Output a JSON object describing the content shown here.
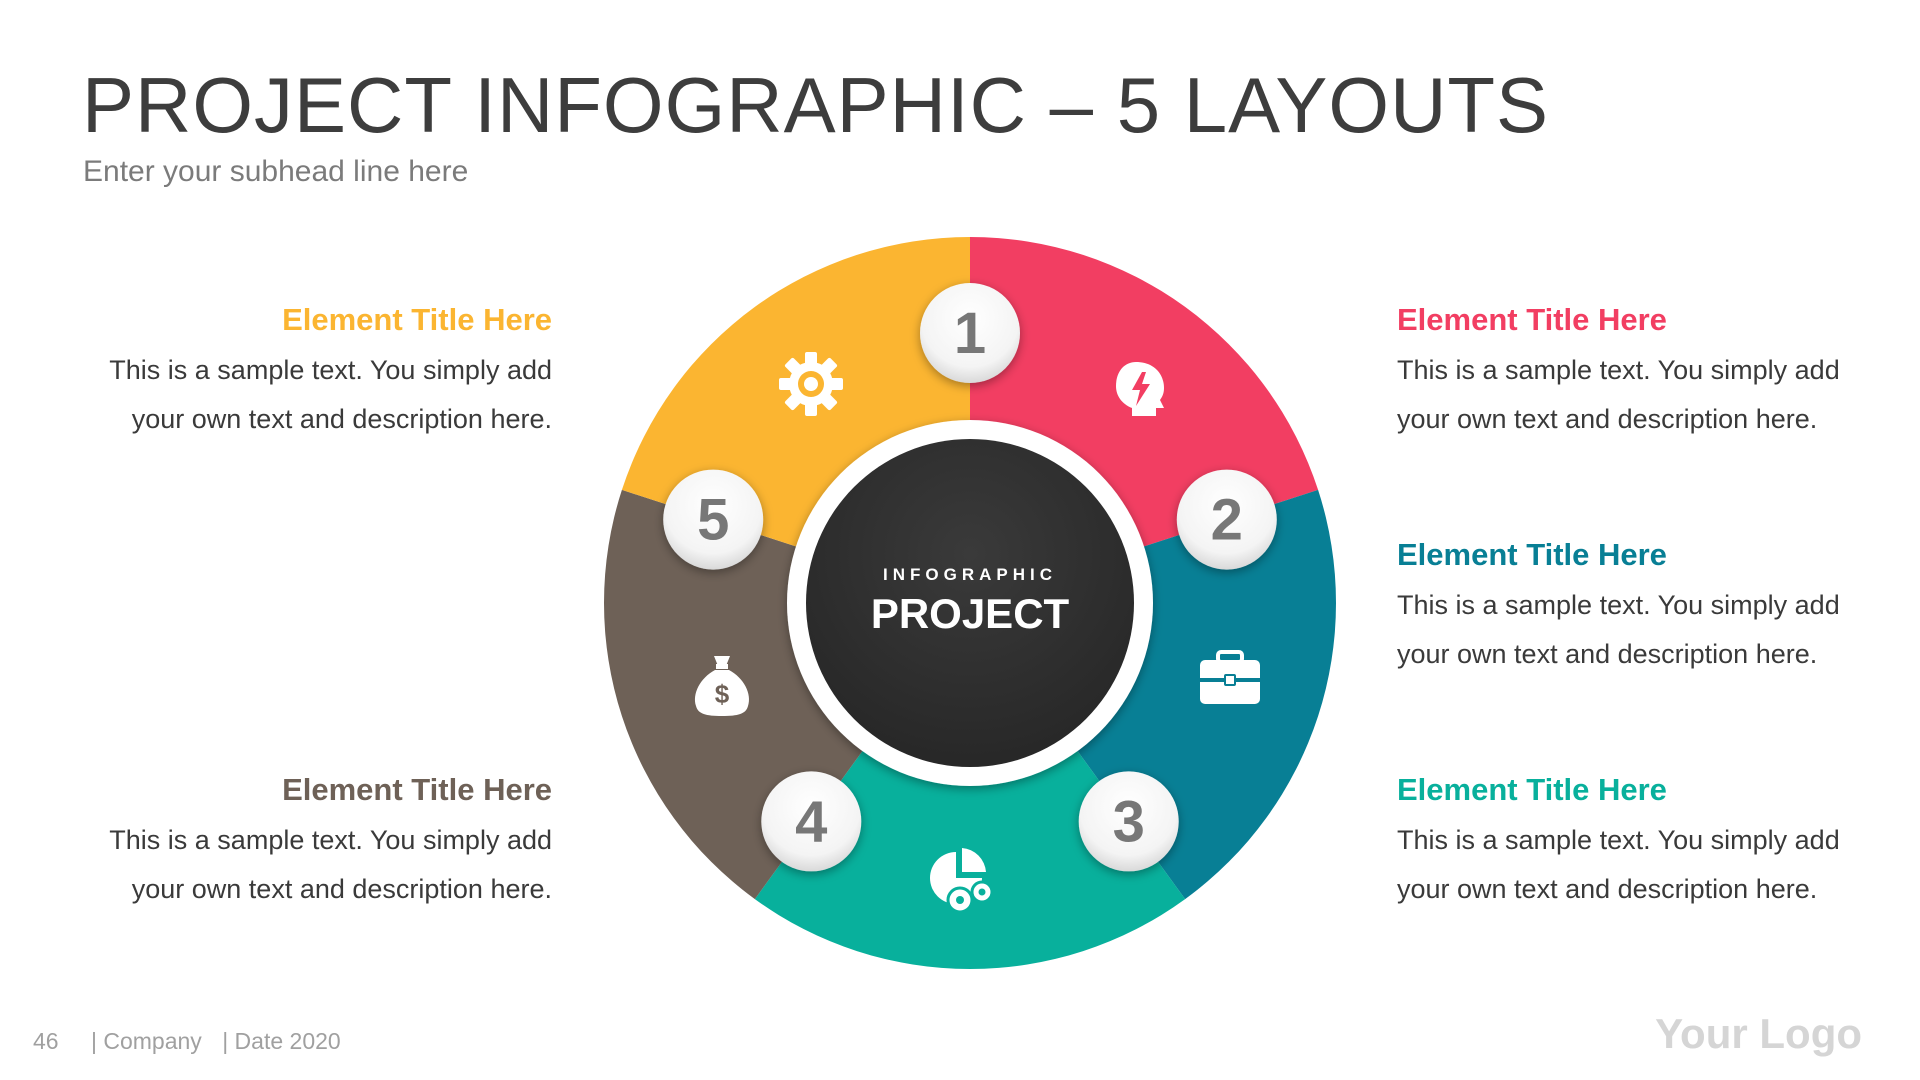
{
  "header": {
    "title": "PROJECT INFOGRAPHIC – 5 LAYOUTS",
    "subhead": "Enter your subhead line here"
  },
  "center": {
    "label_small": "INFOGRAPHIC",
    "label_big": "PROJECT"
  },
  "segments": [
    {
      "number": "1",
      "color": "#F23E62",
      "icon": "brain-bolt-icon"
    },
    {
      "number": "2",
      "color": "#087F95",
      "icon": "briefcase-icon"
    },
    {
      "number": "3",
      "color": "#08B09C",
      "icon": "pie-chart-gears-icon"
    },
    {
      "number": "4",
      "color": "#6E6157",
      "icon": "money-bag-icon"
    },
    {
      "number": "5",
      "color": "#FBB531",
      "icon": "gear-icon"
    }
  ],
  "elements": {
    "top_left": {
      "title": "Element Title Here",
      "color": "#FBB531",
      "line1": "This is a sample text. You simply add",
      "line2": "your own text and description here."
    },
    "bottom_left": {
      "title": "Element Title Here",
      "color": "#6E6157",
      "line1": "This is a sample text. You simply add",
      "line2": "your own text and description here."
    },
    "top_right": {
      "title": "Element Title Here",
      "color": "#F23E62",
      "line1": "This is a sample text. You simply add",
      "line2": "your own text and description here."
    },
    "middle_right": {
      "title": "Element Title Here",
      "color": "#087F95",
      "line1": "This is a sample text. You simply add",
      "line2": "your own text and description here."
    },
    "bottom_right": {
      "title": "Element Title Here",
      "color": "#08B09C",
      "line1": "This is a sample text. You simply add",
      "line2": "your own text and description here."
    }
  },
  "footer": {
    "page": "46",
    "company": "| Company",
    "date": "| Date 2020",
    "logo": "Your Logo"
  }
}
